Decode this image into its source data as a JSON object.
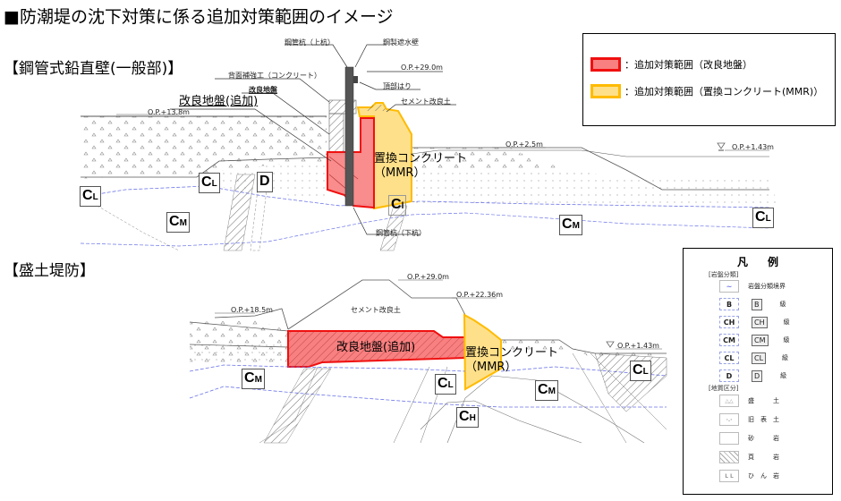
{
  "title": "■防潮堤の沈下対策に係る追加対策範囲のイメージ",
  "section1": {
    "heading": "【鋼管式鉛直壁(一般部)】",
    "callouts": {
      "upper_pile": "鋼管杭（上杭）",
      "steel_wall": "鋼製遮水壁",
      "op_top": "O.P.+29.0m",
      "top_beam": "頂部はり",
      "back_reinforce": "背面補強工（コンクリート）",
      "improved_ground_small": "改良地盤",
      "improved_ground_added": "改良地盤(追加)",
      "cement_soil": "セメント改良土",
      "lower_pile": "鋼管杭（下杭）",
      "op_left": "O.P.+13.8m",
      "op_mid": "O.P.+2.5m",
      "op_water": "O.P.+1.43m",
      "mmr_line1": "置換コンクリート",
      "mmr_line2": "（MMR）"
    },
    "rock_labels": [
      {
        "main": "C",
        "sub": "L"
      },
      {
        "main": "C",
        "sub": "L"
      },
      {
        "main": "D",
        "sub": ""
      },
      {
        "main": "C",
        "sub": "M"
      },
      {
        "main": "C",
        "sub": "l"
      },
      {
        "main": "C",
        "sub": "M"
      },
      {
        "main": "C",
        "sub": "L"
      }
    ]
  },
  "section2": {
    "heading": "【盛土堤防】",
    "callouts": {
      "op_top": "O.P.+29.0m",
      "op_right": "O.P.+22.36m",
      "op_left": "O.P.+18.5m",
      "cement_soil": "セメント改良土",
      "improved_ground_added": "改良地盤(追加)",
      "mmr_line1": "置換コンクリート",
      "mmr_line2": "（MMR）",
      "op_water": "O.P.+1.43m"
    },
    "rock_labels": [
      {
        "main": "C",
        "sub": "M"
      },
      {
        "main": "C",
        "sub": "L"
      },
      {
        "main": "C",
        "sub": "H"
      },
      {
        "main": "C",
        "sub": "M"
      },
      {
        "main": "C",
        "sub": "L"
      }
    ]
  },
  "legend_top": {
    "items": [
      {
        "label": "：追加対策範囲（改良地盤）",
        "fill": "#f88080",
        "border": "#f01010"
      },
      {
        "label": "：追加対策範囲（置換コンクリート(MMR)）",
        "fill": "#ffe08a",
        "border": "#ffbb00"
      }
    ]
  },
  "key": {
    "title": "凡例",
    "rock_class_heading": "[岩盤分類]",
    "boundary_label": "岩盤分類境界",
    "rock_classes": [
      {
        "code": "B",
        "label": "級"
      },
      {
        "code": "CH",
        "label": "級"
      },
      {
        "code": "CM",
        "label": "級"
      },
      {
        "code": "CL",
        "label": "級"
      },
      {
        "code": "D",
        "label": "級"
      }
    ],
    "geology_heading": "[地質区分]",
    "geology": [
      {
        "label": "盛　　　土"
      },
      {
        "label": "旧　表　土"
      },
      {
        "label": "砂　　　岩"
      },
      {
        "label": "頁　　　岩"
      },
      {
        "label": "ひ　ん　岩"
      }
    ]
  },
  "colors": {
    "red_fill": "#f88080",
    "red_border": "#f01010",
    "yellow_fill": "#ffe08a",
    "yellow_border": "#ffbb00",
    "boundary_blue": "#6b74e8"
  }
}
